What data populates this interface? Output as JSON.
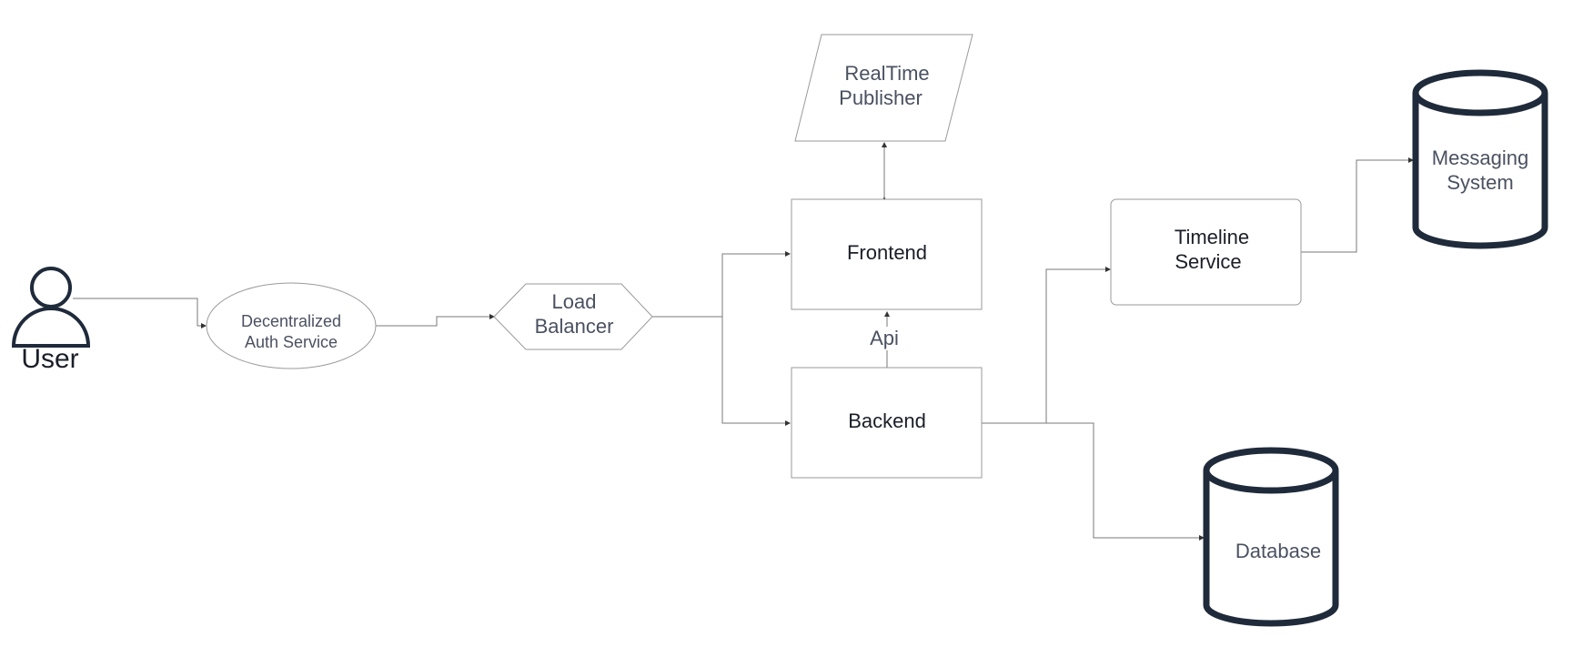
{
  "diagram": {
    "nodes": {
      "user": {
        "label": "User",
        "shape": "person-icon"
      },
      "auth": {
        "line1": "Decentralized",
        "line2": "Auth Service",
        "shape": "ellipse"
      },
      "lb": {
        "line1": "Load",
        "line2": "Balancer",
        "shape": "hexagon"
      },
      "publisher": {
        "line1": "RealTime",
        "line2": "Publisher",
        "shape": "parallelogram"
      },
      "frontend": {
        "label": "Frontend",
        "shape": "rectangle"
      },
      "backend": {
        "label": "Backend",
        "shape": "rectangle"
      },
      "timeline": {
        "line1": "Timeline",
        "line2": "Service",
        "shape": "rounded-rectangle"
      },
      "messaging": {
        "line1": "Messaging",
        "line2": "System",
        "shape": "cylinder"
      },
      "database": {
        "label": "Database",
        "shape": "cylinder"
      }
    },
    "edges": {
      "api": {
        "label": "Api"
      }
    },
    "colors": {
      "stroke": "#9a9a9a",
      "cylinder": "#1f2a3a",
      "text_gray": "#4a5160",
      "text_dark": "#1a1e27"
    }
  }
}
